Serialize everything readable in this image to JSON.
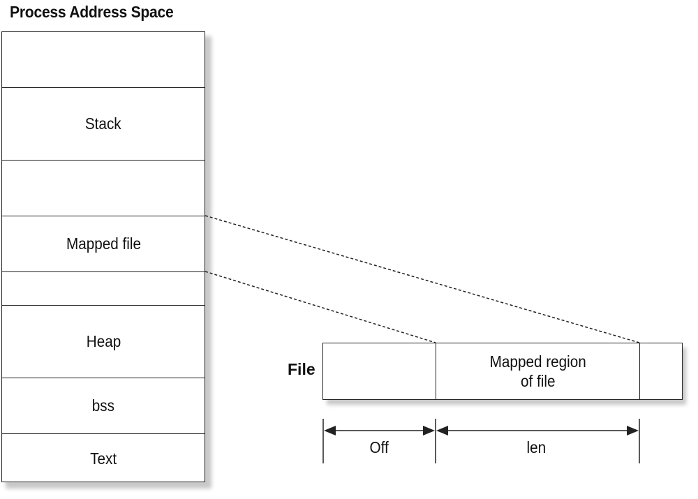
{
  "title": "Process Address Space",
  "address_space": [
    {
      "label": ""
    },
    {
      "label": "Stack"
    },
    {
      "label": ""
    },
    {
      "label": "Mapped file"
    },
    {
      "label": ""
    },
    {
      "label": "Heap"
    },
    {
      "label": "bss"
    },
    {
      "label": "Text"
    }
  ],
  "file": {
    "label": "File",
    "regions": [
      {
        "label": ""
      },
      {
        "label": "Mapped region\nof file"
      },
      {
        "label": ""
      }
    ]
  },
  "measures": {
    "off_label": "Off",
    "len_label": "len"
  },
  "colors": {
    "line": "#222222",
    "shadow": "#c8c8c8"
  },
  "icons": [
    "left-arrow-icon",
    "right-arrow-icon"
  ]
}
